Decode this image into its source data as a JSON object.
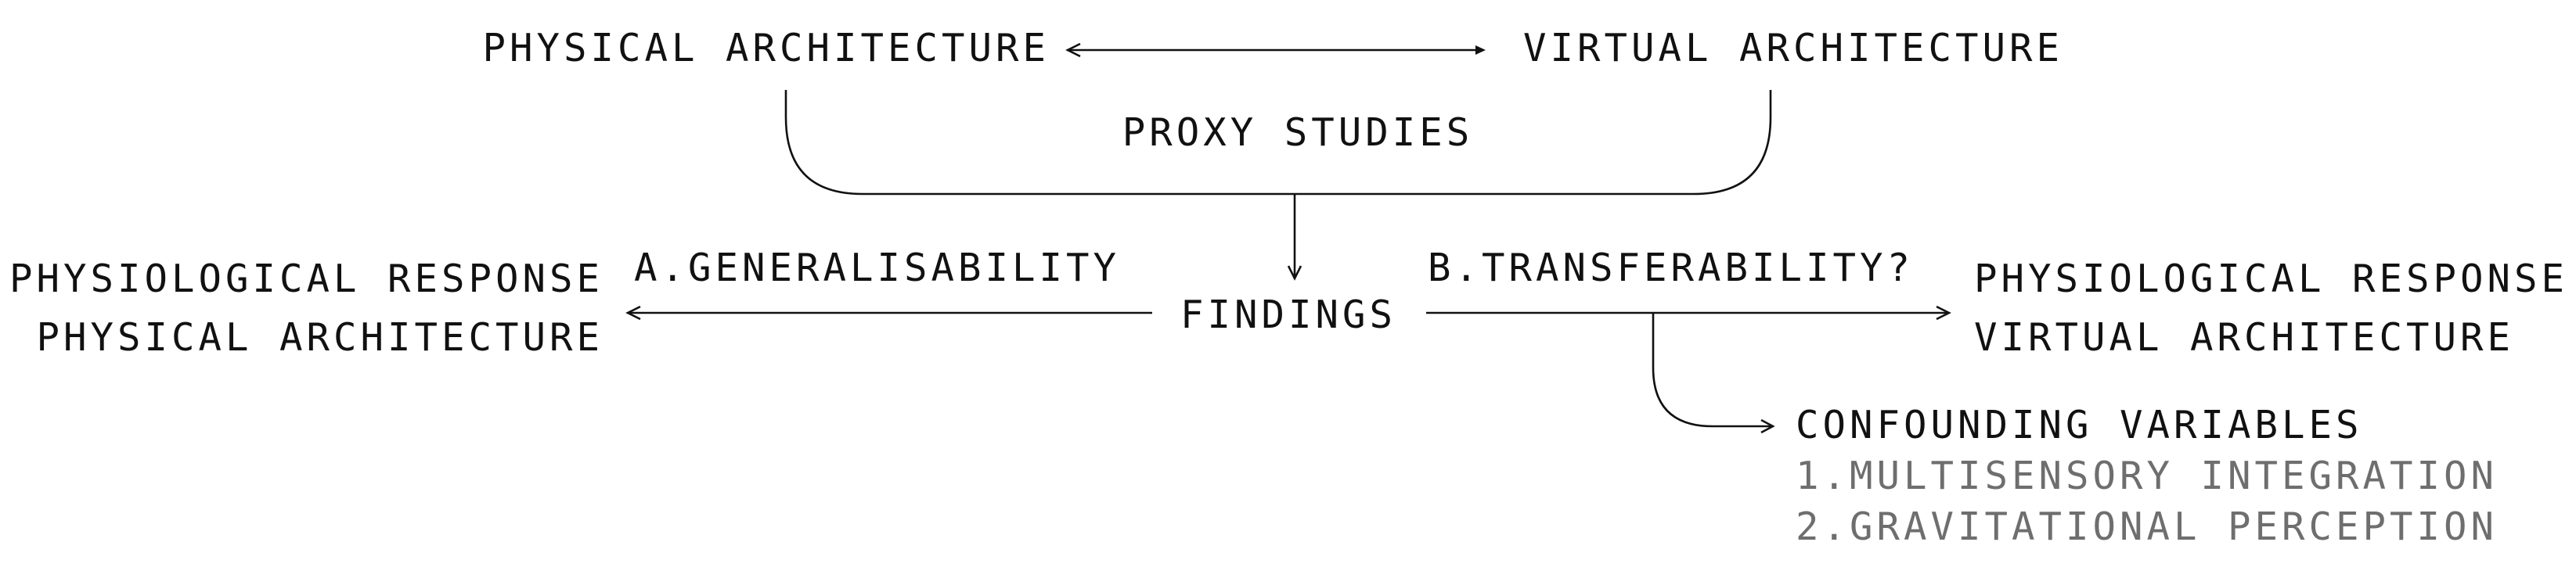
{
  "nodes": {
    "physical_architecture": "PHYSICAL ARCHITECTURE",
    "virtual_architecture": "VIRTUAL ARCHITECTURE",
    "proxy_studies": "PROXY STUDIES",
    "findings": "FINDINGS",
    "left_result": {
      "line1": "PHYSIOLOGICAL RESPONSE",
      "line2": "PHYSICAL ARCHITECTURE"
    },
    "right_result": {
      "line1": "PHYSIOLOGICAL RESPONSE",
      "line2": "VIRTUAL ARCHITECTURE"
    },
    "confounding": {
      "title": "CONFOUNDING VARIABLES",
      "items": [
        "1.MULTISENSORY INTEGRATION",
        "2.GRAVITATIONAL PERCEPTION"
      ]
    }
  },
  "edges": {
    "left_label": "A.GENERALISABILITY",
    "right_label": "B.TRANSFERABILITY?"
  },
  "colors": {
    "text": "#111111",
    "muted_text": "#6e6e6e",
    "line": "#111111",
    "background": "#ffffff"
  }
}
